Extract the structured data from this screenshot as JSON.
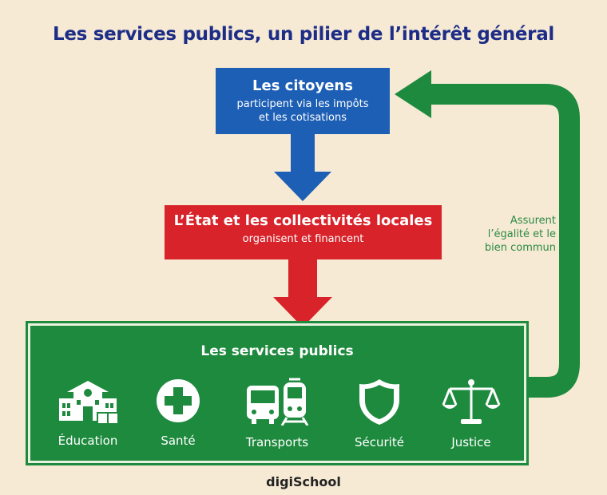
{
  "title": "Les services publics, un pilier de l’intérêt général",
  "citizens": {
    "title": "Les citoyens",
    "line1": "participent via les impôts",
    "line2": "et les cotisations"
  },
  "state": {
    "title": "L’État et les collectivités locales",
    "subtitle": "organisent et financent"
  },
  "services": {
    "title": "Les services publics",
    "items": [
      {
        "label": "Éducation",
        "icon": "school-icon"
      },
      {
        "label": "Santé",
        "icon": "health-cross-icon"
      },
      {
        "label": "Transports",
        "icon": "bus-train-icon"
      },
      {
        "label": "Sécurité",
        "icon": "shield-icon"
      },
      {
        "label": "Justice",
        "icon": "scales-icon"
      }
    ]
  },
  "feedback": {
    "line1": "Assurent",
    "line2": "l’égalité et le",
    "line3": "bien commun"
  },
  "brand": "digiSchool",
  "colors": {
    "background": "#f6ead4",
    "title": "#1d2d87",
    "blue": "#1d5fb5",
    "red": "#d8232a",
    "green": "#1e8a3e"
  }
}
